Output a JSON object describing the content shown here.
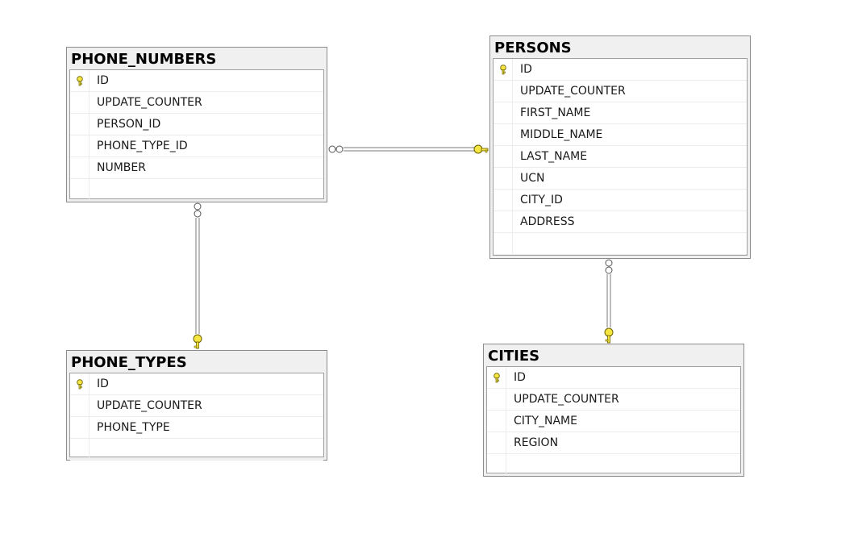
{
  "tables": {
    "phone_numbers": {
      "title": "PHONE_NUMBERS",
      "columns": [
        {
          "name": "ID",
          "pk": true
        },
        {
          "name": "UPDATE_COUNTER",
          "pk": false
        },
        {
          "name": "PERSON_ID",
          "pk": false
        },
        {
          "name": "PHONE_TYPE_ID",
          "pk": false
        },
        {
          "name": "NUMBER",
          "pk": false
        }
      ]
    },
    "persons": {
      "title": "PERSONS",
      "columns": [
        {
          "name": "ID",
          "pk": true
        },
        {
          "name": "UPDATE_COUNTER",
          "pk": false
        },
        {
          "name": "FIRST_NAME",
          "pk": false
        },
        {
          "name": "MIDDLE_NAME",
          "pk": false
        },
        {
          "name": "LAST_NAME",
          "pk": false
        },
        {
          "name": "UCN",
          "pk": false
        },
        {
          "name": "CITY_ID",
          "pk": false
        },
        {
          "name": "ADDRESS",
          "pk": false
        }
      ]
    },
    "phone_types": {
      "title": "PHONE_TYPES",
      "columns": [
        {
          "name": "ID",
          "pk": true
        },
        {
          "name": "UPDATE_COUNTER",
          "pk": false
        },
        {
          "name": "PHONE_TYPE",
          "pk": false
        }
      ]
    },
    "cities": {
      "title": "CITIES",
      "columns": [
        {
          "name": "ID",
          "pk": true
        },
        {
          "name": "UPDATE_COUNTER",
          "pk": false
        },
        {
          "name": "CITY_NAME",
          "pk": false
        },
        {
          "name": "REGION",
          "pk": false
        }
      ]
    }
  },
  "relationships": [
    {
      "from": "phone_numbers",
      "to": "persons",
      "from_end": "many",
      "to_end": "one"
    },
    {
      "from": "phone_numbers",
      "to": "phone_types",
      "from_end": "many",
      "to_end": "one"
    },
    {
      "from": "persons",
      "to": "cities",
      "from_end": "many",
      "to_end": "one"
    }
  ],
  "colors": {
    "key_fill": "#f5e642",
    "key_stroke": "#6b6000",
    "connector": "#7a7a7a",
    "header_bg": "#f0f0f0"
  }
}
